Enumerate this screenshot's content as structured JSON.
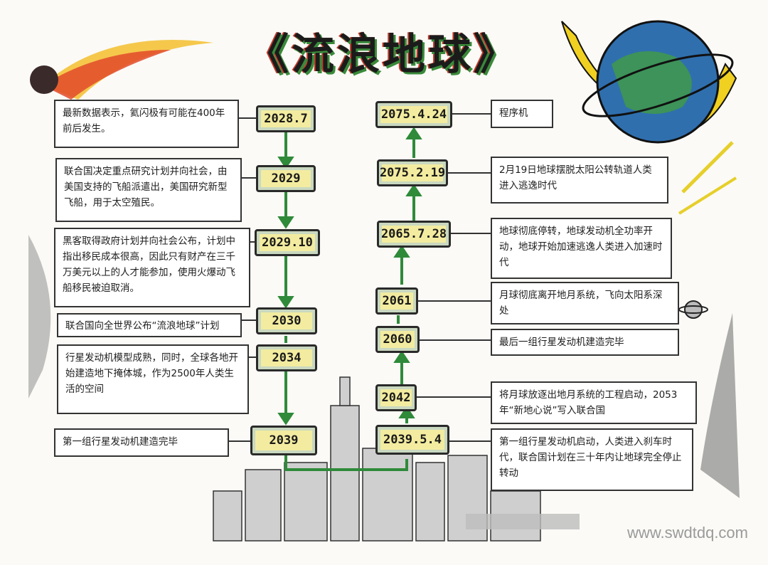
{
  "poster": {
    "title": "《流浪地球》",
    "watermark": "www.swdtdq.com"
  },
  "left": [
    {
      "date": "2028.7",
      "text": "最新数据表示，氦闪极有可能在400年前后发生。"
    },
    {
      "date": "2029",
      "text": "联合国决定重点研究计划并向社会，由美国支持的飞船派遣出，美国研究新型飞船，用于太空殖民。"
    },
    {
      "date": "2029.10",
      "text": "黑客取得政府计划并向社会公布，计划中指出移民成本很高，因此只有财产在三千万美元以上的人才能参加，使用火爆动飞船移民被迫取消。"
    },
    {
      "date": "2030",
      "text": "联合国向全世界公布“流浪地球”计划"
    },
    {
      "date": "2034",
      "text": "行星发动机模型成熟，同时，全球各地开始建造地下掩体城，作为2500年人类生活的空间"
    },
    {
      "date": "2039",
      "text": "第一组行星发动机建造完毕"
    }
  ],
  "right": [
    {
      "date": "2075.4.24",
      "text": "程序机"
    },
    {
      "date": "2075.2.19",
      "text": "2月19日地球摆脱太阳公转轨道人类进入逃逸时代"
    },
    {
      "date": "2065.7.28",
      "text": "地球彻底停转，地球发动机全功率开动，地球开始加速逃逸人类进入加速时代"
    },
    {
      "date": "2061",
      "text": "月球彻底离开地月系统，飞向太阳系深处"
    },
    {
      "date": "2060",
      "text": "最后一组行星发动机建造完毕"
    },
    {
      "date": "2042",
      "text": "将月球放逐出地月系统的工程启动，2053年“新地心说”写入联合国"
    },
    {
      "date": "2039.5.4",
      "text": "第一组行星发动机启动，人类进入刹车时代，联合国计划在三十年内让地球完全停止转动"
    }
  ],
  "colors": {
    "accent": "#3a8a3a",
    "date_fill": "#f3eca0",
    "red": "#c23a2a"
  },
  "icons": [
    "meteor-icon",
    "planet-icon",
    "city-skyline-icon",
    "small-planet-icon"
  ]
}
